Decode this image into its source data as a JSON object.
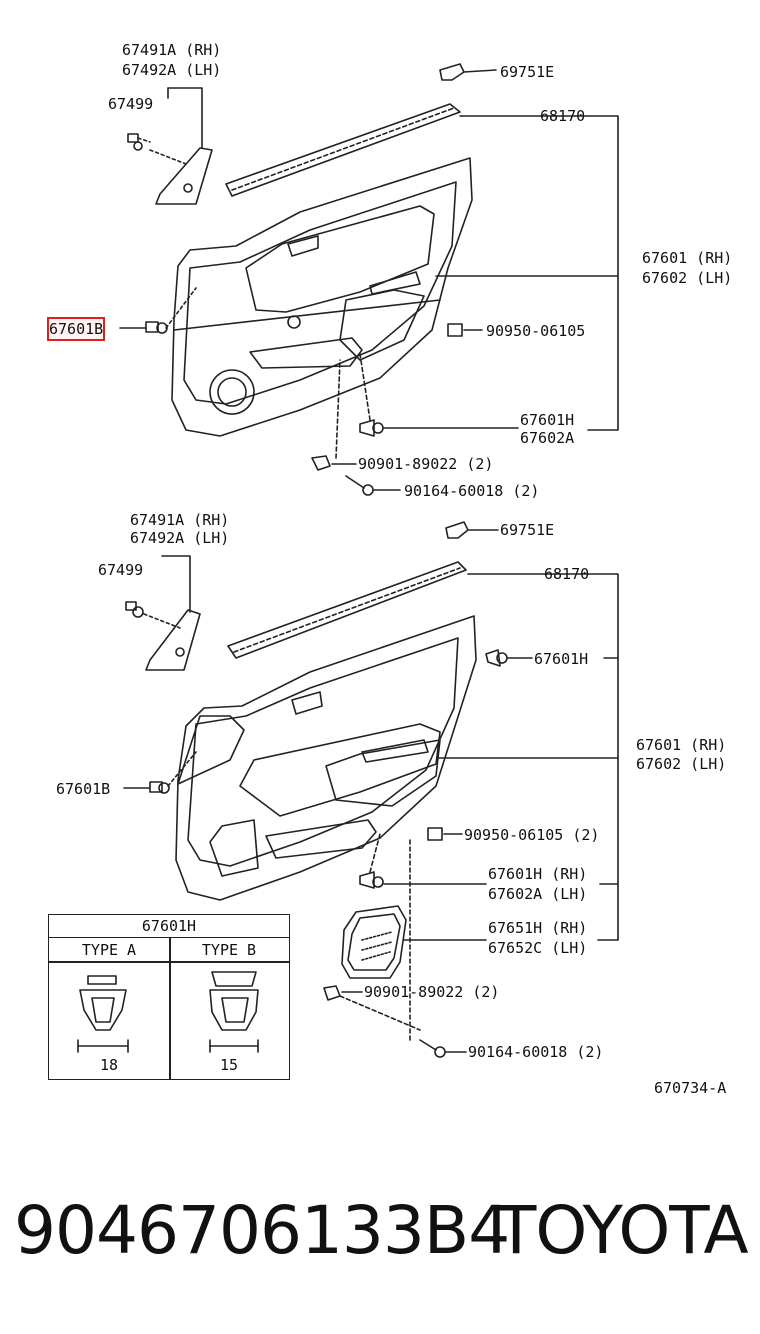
{
  "diagram_id": "670734-A",
  "upper": {
    "l_moulding_rh": "67491A (RH)",
    "l_moulding_lh": "67492A (LH)",
    "l_clip_67499": "67499",
    "l_cap_69751e": "69751E",
    "l_weatherstrip_68170": "68170",
    "l_panel_rh": "67601 (RH)",
    "l_panel_lh": "67602 (LH)",
    "l_67601b": "67601B",
    "l_90950": "90950-06105",
    "l_67601h": "67601H",
    "l_67602a": "67602A",
    "l_90901": "90901-89022 (2)",
    "l_90164": "90164-60018 (2)"
  },
  "lower": {
    "l_moulding_rh": "67491A (RH)",
    "l_moulding_lh": "67492A (LH)",
    "l_clip_67499": "67499",
    "l_cap_69751e": "69751E",
    "l_weatherstrip_68170": "68170",
    "l_67601h_top": "67601H",
    "l_panel_rh": "67601 (RH)",
    "l_panel_lh": "67602 (LH)",
    "l_67601b": "67601B",
    "l_90950": "90950-06105 (2)",
    "l_67601h_rh": "67601H (RH)",
    "l_67602a_lh": "67602A (LH)",
    "l_67651h_rh": "67651H (RH)",
    "l_67652c_lh": "67652C (LH)",
    "l_90901": "90901-89022 (2)",
    "l_90164": "90164-60018 (2)"
  },
  "type_table": {
    "title": "67601H",
    "type_a": "TYPE A",
    "type_b": "TYPE B",
    "size_a": "18",
    "size_b": "15"
  },
  "footer": {
    "part_number": "9046706133B4",
    "brand": "TOYOTA"
  },
  "colors": {
    "line": "#222222",
    "highlight": "#e02020"
  }
}
